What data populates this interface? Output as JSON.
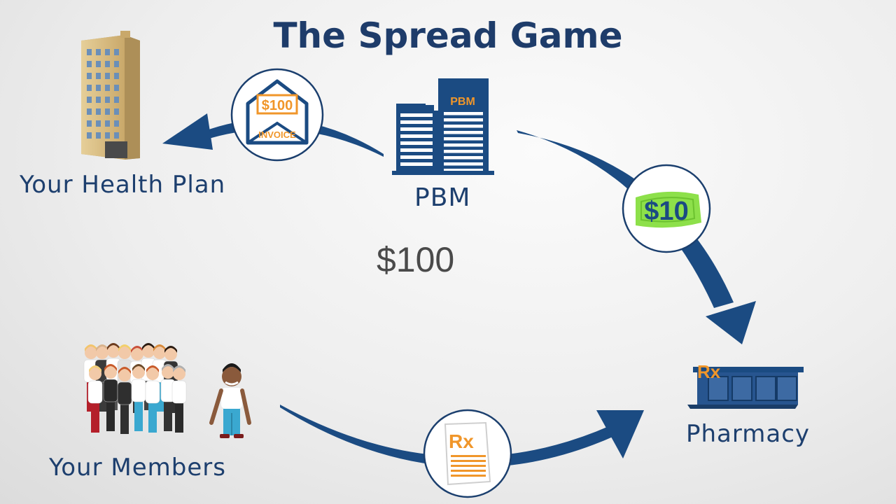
{
  "title": "The Spread Game",
  "nodes": {
    "health_plan": "Your Health Plan",
    "pbm": "PBM",
    "members": "Your Members",
    "pharmacy": "Pharmacy"
  },
  "pbm_building_sign": "PBM",
  "invoice": {
    "amount": "$100",
    "label": "INVOICE"
  },
  "cash_payment": "$10",
  "pharmacy_sign": "Rx",
  "prescription_sign": "Rx",
  "center_amount": "$100",
  "colors": {
    "navy": "#1b4b82",
    "orange": "#f0962a",
    "cash_green": "#8de04a",
    "building_tan": "#d9bf86"
  }
}
